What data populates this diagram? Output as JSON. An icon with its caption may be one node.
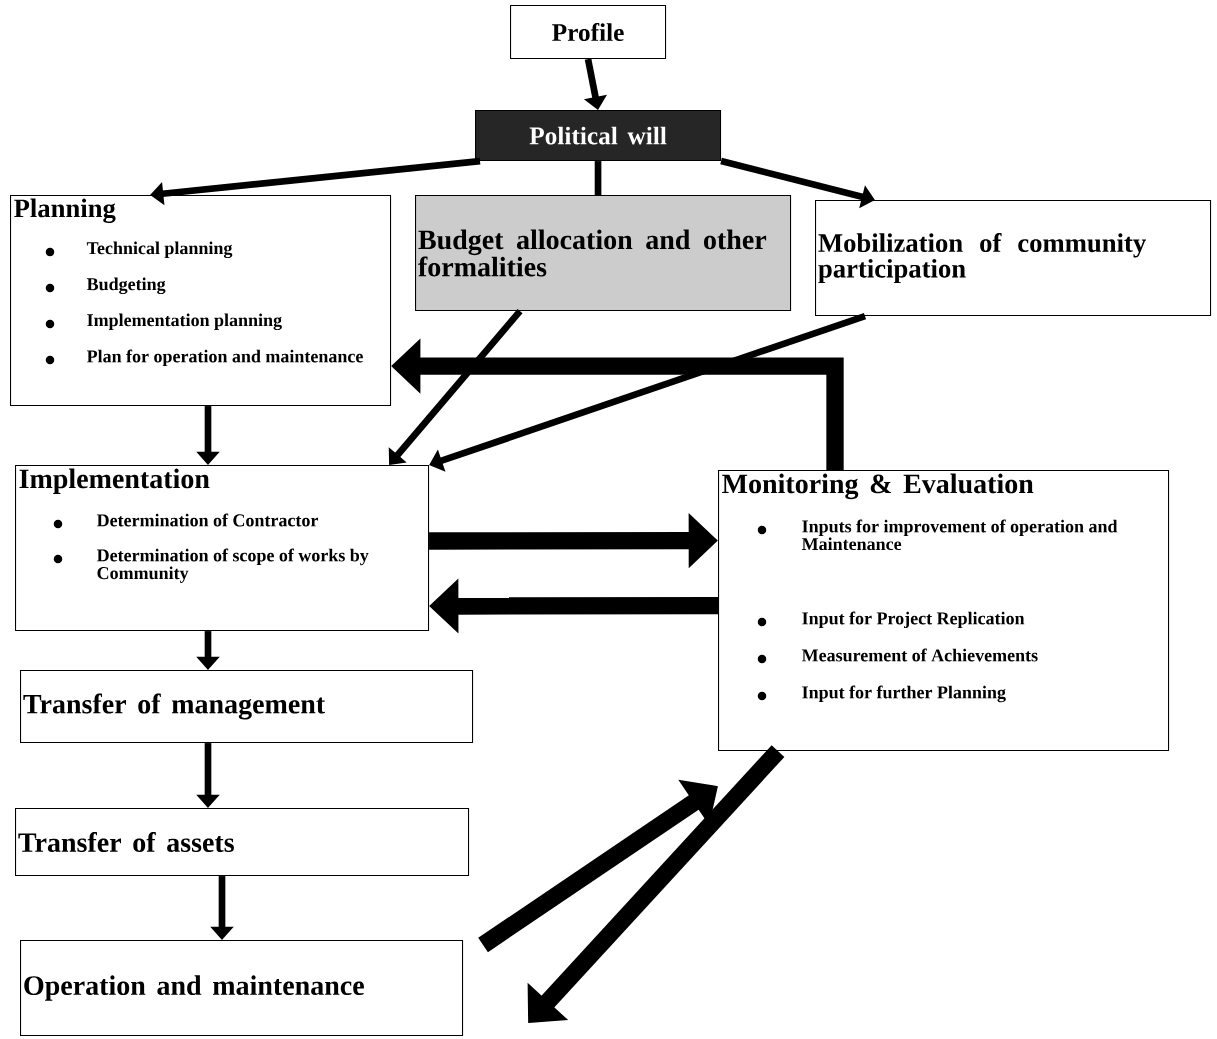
{
  "diagram": {
    "nodes": [
      {
        "text": [
          "Profile"
        ]
      },
      {
        "text": [
          "Political will"
        ]
      },
      {
        "text": [
          "Planning",
          "Technical planning",
          "Budgeting",
          "Implementation planning",
          "Plan for operation and maintenance"
        ]
      },
      {
        "text": [
          "Budget allocation and other formalities"
        ]
      },
      {
        "text": [
          "Mobilization of community participation"
        ]
      },
      {
        "text": [
          "Implementation",
          "Determination of Contractor",
          "Determination of scope of works by Community"
        ]
      },
      {
        "text": [
          "Monitoring & Evaluation",
          "Inputs for improvement of operation and Maintenance",
          "Input for Project Replication",
          "Measurement of Achievements",
          "Input for further Planning"
        ]
      },
      {
        "text": [
          "Transfer of management"
        ]
      },
      {
        "text": [
          "Transfer of assets"
        ]
      },
      {
        "text": [
          "Operation and maintenance"
        ]
      }
    ],
    "edges": [
      {
        "from": 0,
        "to": 1,
        "arrow": "to"
      },
      {
        "from": 1,
        "to": 2,
        "arrow": "to"
      },
      {
        "from": 1,
        "to": 3,
        "arrow": "none"
      },
      {
        "from": 1,
        "to": 4,
        "arrow": "to"
      },
      {
        "from": 3,
        "to": 5,
        "arrow": "to"
      },
      {
        "from": 4,
        "to": 5,
        "arrow": "to"
      },
      {
        "from": 6,
        "to": 2,
        "arrow": "to",
        "style": "thick"
      },
      {
        "from": 2,
        "to": 5,
        "arrow": "to"
      },
      {
        "from": 5,
        "to": 6,
        "arrow": "to",
        "style": "thick"
      },
      {
        "from": 6,
        "to": 5,
        "arrow": "to",
        "style": "thick"
      },
      {
        "from": 5,
        "to": 7,
        "arrow": "to"
      },
      {
        "from": 7,
        "to": 8,
        "arrow": "to"
      },
      {
        "from": 8,
        "to": 9,
        "arrow": "to"
      },
      {
        "from": 9,
        "to": 6,
        "arrow": "to",
        "style": "thick"
      },
      {
        "from": 6,
        "to": 9,
        "arrow": "to",
        "style": "thick"
      }
    ]
  }
}
